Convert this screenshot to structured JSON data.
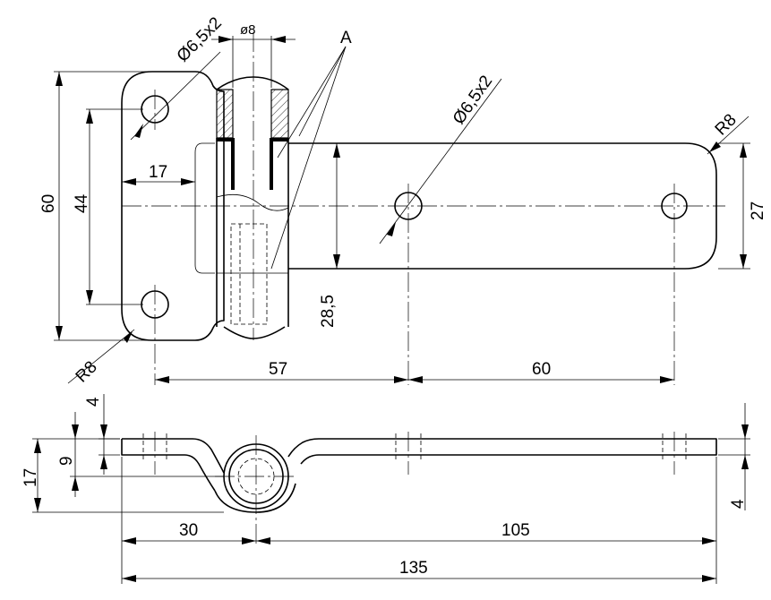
{
  "drawing": {
    "callout_a": "A",
    "hole_top_left": "Ø6,5x2",
    "hole_center": "Ø6,5x2",
    "pin_diameter": "ø8",
    "radius_right": "R8",
    "radius_left": "R8",
    "dim_60": "60",
    "dim_44": "44",
    "dim_17_top": "17",
    "dim_27": "27",
    "dim_28_5": "28,5",
    "dim_57": "57",
    "dim_60_bottom": "60",
    "dim_4_top": "4",
    "dim_9": "9",
    "dim_17_side": "17",
    "dim_4_right": "4",
    "dim_30": "30",
    "dim_105": "105",
    "dim_135": "135"
  }
}
